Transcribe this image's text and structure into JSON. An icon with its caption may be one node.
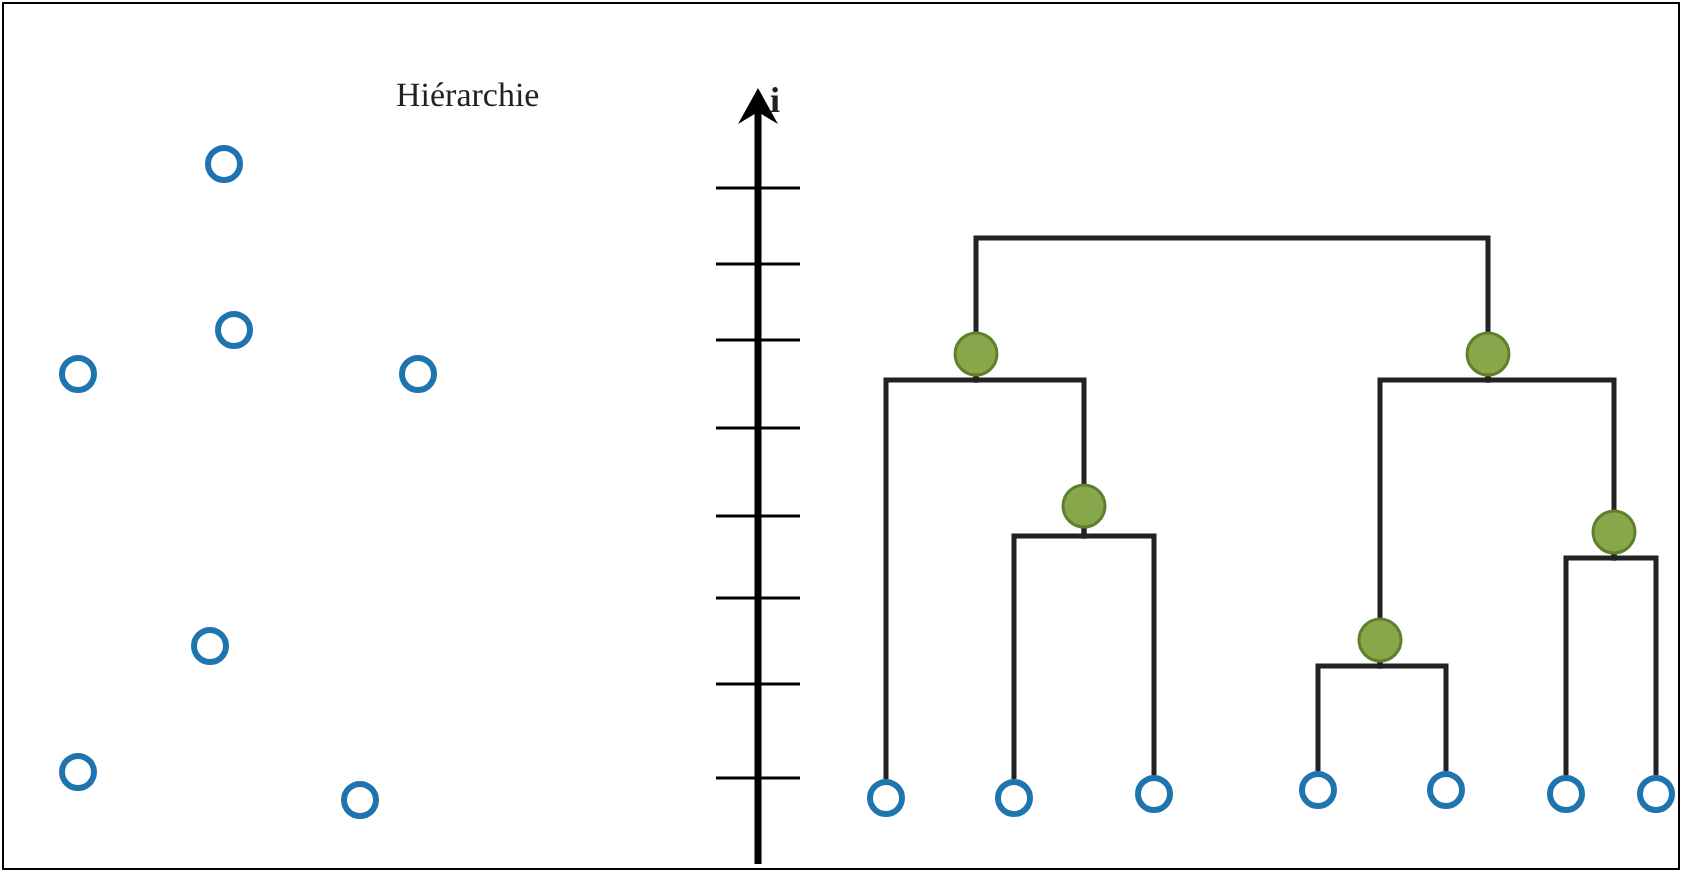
{
  "diagram": {
    "nodes": [
      {
        "text": [],
        "shape": "circle"
      },
      {
        "text": [],
        "shape": "circle"
      },
      {
        "text": [],
        "shape": "circle"
      },
      {
        "text": [],
        "shape": "circle"
      },
      {
        "text": [],
        "shape": "circle"
      },
      {
        "text": [],
        "shape": "circle"
      },
      {
        "text": [],
        "shape": "circle"
      },
      {
        "text": [],
        "shape": "circle"
      },
      {
        "text": [],
        "shape": "circle"
      },
      {
        "text": [],
        "shape": "circle"
      },
      {
        "text": [],
        "shape": "circle"
      },
      {
        "text": [],
        "shape": "circle"
      },
      {
        "text": [],
        "shape": "circle"
      },
      {
        "text": [],
        "shape": "circle"
      },
      {
        "text": [],
        "shape": "circle"
      },
      {
        "text": [],
        "shape": "circle"
      },
      {
        "text": [],
        "shape": "circle"
      },
      {
        "text": [],
        "shape": "circle"
      },
      {
        "text": [],
        "shape": "circle"
      }
    ],
    "edges": [
      {
        "from": 7,
        "to": 10,
        "arrow": "none"
      },
      {
        "from": 7,
        "to": 12,
        "arrow": "none"
      },
      {
        "from": 7,
        "to": 8,
        "arrow": "none"
      },
      {
        "from": 8,
        "to": 13,
        "arrow": "none"
      },
      {
        "from": 8,
        "to": 14,
        "arrow": "none"
      },
      {
        "from": 10,
        "to": 9,
        "arrow": "none"
      },
      {
        "from": 10,
        "to": 11,
        "arrow": "none"
      },
      {
        "from": 9,
        "to": 15,
        "arrow": "none"
      },
      {
        "from": 9,
        "to": 16,
        "arrow": "none"
      },
      {
        "from": 11,
        "to": 17,
        "arrow": "none"
      },
      {
        "from": 11,
        "to": 18,
        "arrow": "none"
      }
    ],
    "labels": [
      "Hiérarchie",
      "i"
    ]
  }
}
